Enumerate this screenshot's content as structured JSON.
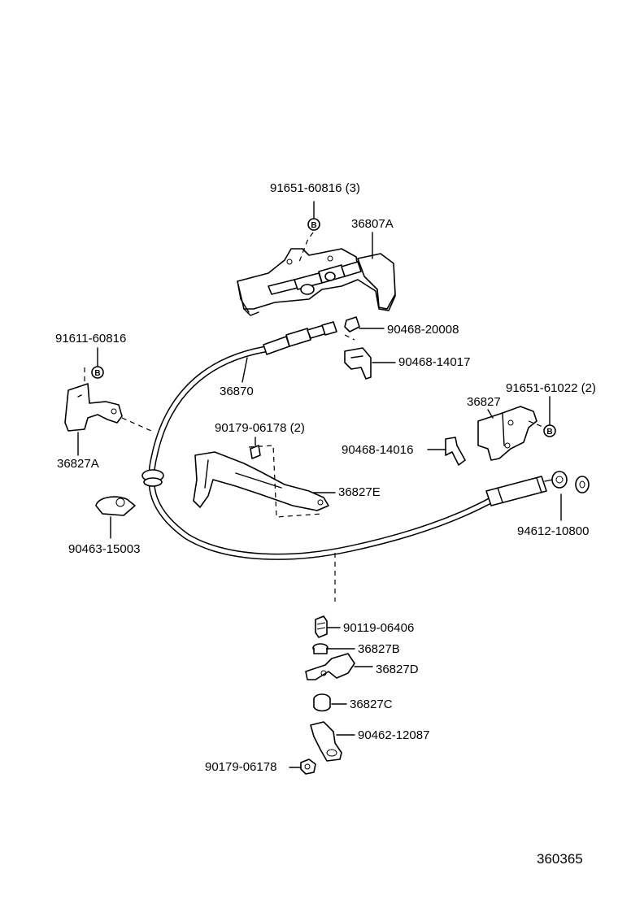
{
  "callouts": {
    "c1": "91651-60816 (3)",
    "c2": "36807A",
    "c3": "90468-20008",
    "c4": "90468-14017",
    "c5": "91611-60816",
    "c6": "36870",
    "c7": "91651-61022 (2)",
    "c8": "36827",
    "c9": "90179-06178 (2)",
    "c10": "90468-14016",
    "c11": "36827A",
    "c12": "36827E",
    "c13": "94612-10800",
    "c14": "90463-15003",
    "c15": "90119-06406",
    "c16": "36827B",
    "c17": "36827D",
    "c18": "36827C",
    "c19": "90462-12087",
    "c20": "90179-06178"
  },
  "bolt_mark": "B",
  "figure_number": "360365"
}
